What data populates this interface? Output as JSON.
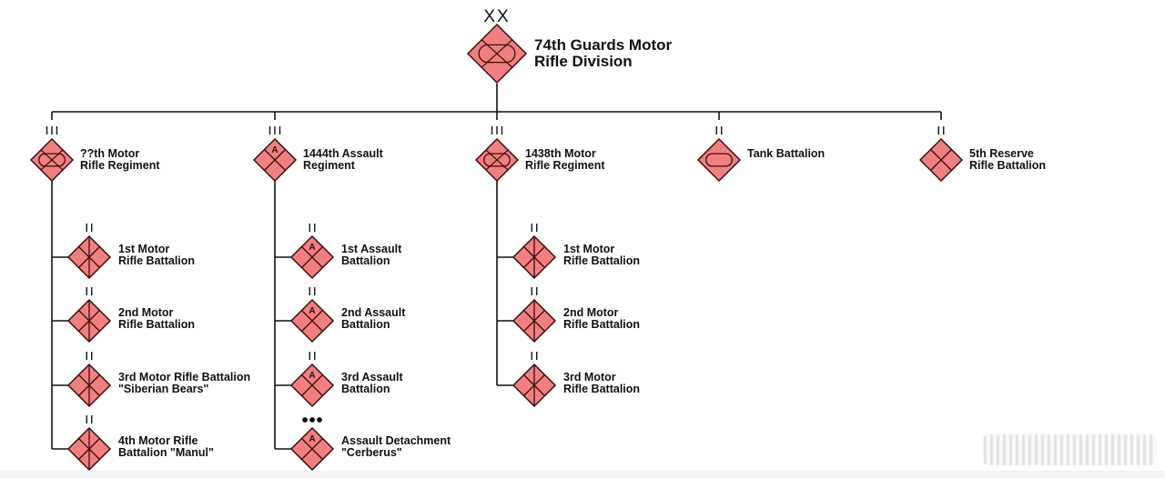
{
  "colors": {
    "symbol_fill": "#F08080",
    "symbol_stroke": "#3a0d0d",
    "line": "#111111",
    "text": "#111111",
    "background": "#ffffff"
  },
  "division": {
    "echelon": "XX",
    "symbol": "motor-rifle",
    "name_line1": "74th Guards Motor",
    "name_line2": "Rifle Division"
  },
  "regiments": [
    {
      "echelon": "III",
      "symbol": "motor-rifle",
      "name_line1": "??th Motor",
      "name_line2": "Rifle Regiment",
      "battalions": [
        {
          "echelon": "II",
          "symbol": "motor-rifle-bn",
          "name_line1": "1st Motor",
          "name_line2": "Rifle Battalion"
        },
        {
          "echelon": "II",
          "symbol": "motor-rifle-bn",
          "name_line1": "2nd Motor",
          "name_line2": "Rifle Battalion"
        },
        {
          "echelon": "II",
          "symbol": "motor-rifle-bn",
          "name_line1": "3rd Motor Rifle Battalion",
          "name_line2": "\"Siberian Bears\""
        },
        {
          "echelon": "II",
          "symbol": "motor-rifle-bn",
          "name_line1": "4th Motor Rifle",
          "name_line2": "Battalion \"Manul\""
        }
      ]
    },
    {
      "echelon": "III",
      "symbol": "assault",
      "name_line1": "1444th Assault",
      "name_line2": "Regiment",
      "battalions": [
        {
          "echelon": "II",
          "symbol": "assault",
          "name_line1": "1st Assault",
          "name_line2": "Battalion"
        },
        {
          "echelon": "II",
          "symbol": "assault",
          "name_line1": "2nd Assault",
          "name_line2": "Battalion"
        },
        {
          "echelon": "II",
          "symbol": "assault",
          "name_line1": "3rd Assault",
          "name_line2": "Battalion"
        },
        {
          "echelon": "•••",
          "symbol": "assault",
          "name_line1": "Assault Detachment",
          "name_line2": "\"Cerberus\""
        }
      ]
    },
    {
      "echelon": "III",
      "symbol": "motor-rifle",
      "name_line1": "1438th Motor",
      "name_line2": "Rifle Regiment",
      "battalions": [
        {
          "echelon": "II",
          "symbol": "motor-rifle-bn",
          "name_line1": "1st Motor",
          "name_line2": "Rifle Battalion"
        },
        {
          "echelon": "II",
          "symbol": "motor-rifle-bn",
          "name_line1": "2nd Motor",
          "name_line2": "Rifle Battalion"
        },
        {
          "echelon": "II",
          "symbol": "motor-rifle-bn",
          "name_line1": "3rd Motor",
          "name_line2": "Rifle Battalion"
        }
      ]
    },
    {
      "echelon": "II",
      "symbol": "tank",
      "name_line1": "Tank Battalion",
      "name_line2": "",
      "battalions": []
    },
    {
      "echelon": "II",
      "symbol": "infantry",
      "name_line1": "5th Reserve",
      "name_line2": "Rifle Battalion",
      "battalions": []
    }
  ]
}
